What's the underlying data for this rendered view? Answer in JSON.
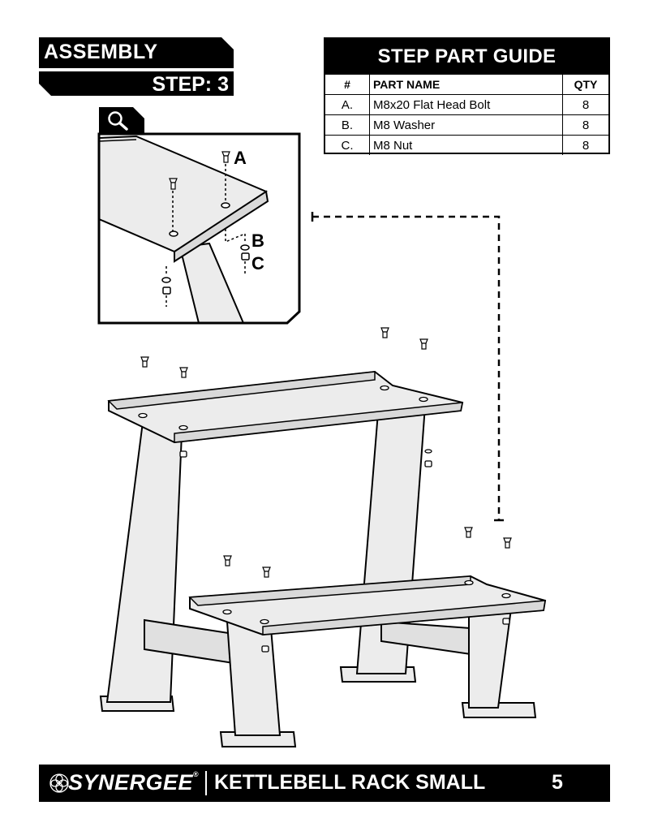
{
  "header": {
    "section": "ASSEMBLY",
    "step": "STEP: 3"
  },
  "part_guide": {
    "title": "STEP PART GUIDE",
    "columns": [
      "#",
      "PART NAME",
      "QTY"
    ],
    "rows": [
      {
        "id": "A.",
        "name": "M8x20 Flat Head Bolt",
        "qty": "8"
      },
      {
        "id": "B.",
        "name": "M8 Washer",
        "qty": "8"
      },
      {
        "id": "C.",
        "name": "M8 Nut",
        "qty": "8"
      }
    ]
  },
  "zoom_callout": {
    "icon": "magnifier-icon",
    "labels": {
      "a": "A",
      "b": "B",
      "c": "C"
    }
  },
  "footer": {
    "brand": "SYNERGEE",
    "reg_mark": "®",
    "product": "KETTLEBELL RACK SMALL",
    "page": "5"
  },
  "colors": {
    "ink": "#000000",
    "paper": "#ffffff",
    "part_fill": "#ececec"
  }
}
